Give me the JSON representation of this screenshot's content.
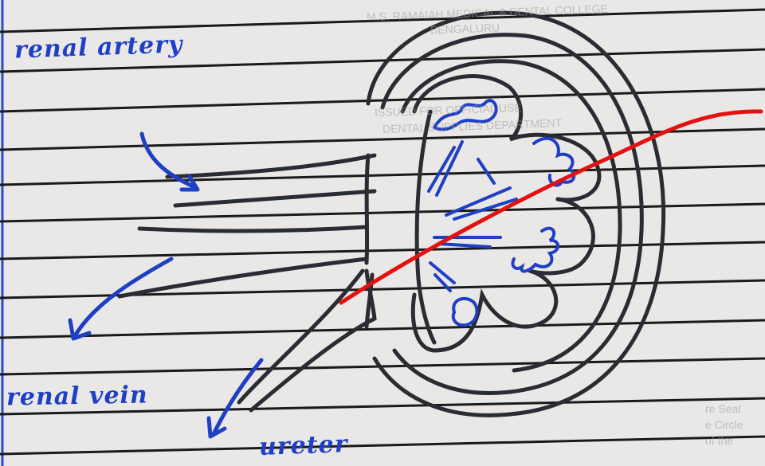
{
  "labels": {
    "renal_artery": "renal artery",
    "renal_vein": "renal vein",
    "ureter": "ureter"
  },
  "bleed_through": {
    "line1": "M.S. RAMAIAH MEDICAL & DENTAL COLLEGE",
    "line2": "BENGALURU",
    "line3": "ISSUED FOR OFFICIAL USE",
    "line4": "DENTAL SUPPLIES DEPARTMENT",
    "corner1": "re Seal",
    "corner2": "e Circle",
    "corner3": "of the"
  },
  "colors": {
    "paper": "#e9e8e6",
    "rule_lines": "#1a1a1a",
    "drawing_ink": "#2a2c33",
    "label_ink": "#1f3fc4",
    "red_stroke": "#e31212",
    "margin_line": "#2a4cc0"
  }
}
